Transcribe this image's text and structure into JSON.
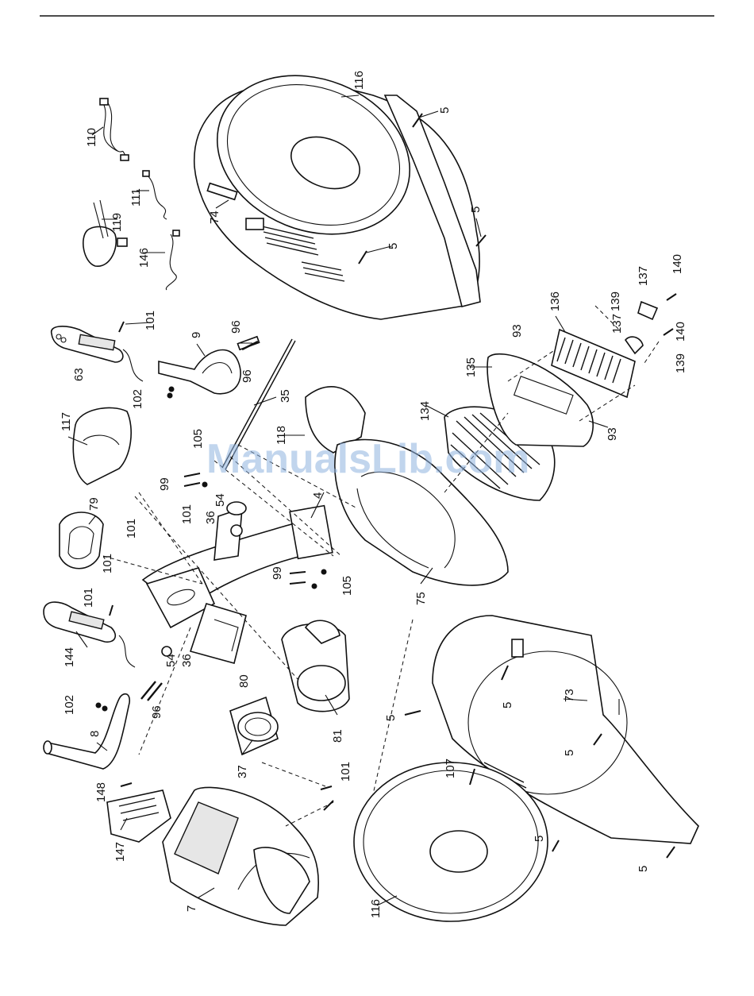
{
  "watermark": "ManualsLib.com",
  "callouts": [
    {
      "id": "c116a",
      "text": "116"
    },
    {
      "id": "c5a",
      "text": "5"
    },
    {
      "id": "c5b",
      "text": "5"
    },
    {
      "id": "c5c",
      "text": "5"
    },
    {
      "id": "c74",
      "text": "74"
    },
    {
      "id": "c110",
      "text": "110"
    },
    {
      "id": "c111",
      "text": "111"
    },
    {
      "id": "c119",
      "text": "119"
    },
    {
      "id": "c146",
      "text": "146"
    },
    {
      "id": "c101a",
      "text": "101"
    },
    {
      "id": "c9",
      "text": "9"
    },
    {
      "id": "c96a",
      "text": "96"
    },
    {
      "id": "c96b",
      "text": "96"
    },
    {
      "id": "c63",
      "text": "63"
    },
    {
      "id": "c102a",
      "text": "102"
    },
    {
      "id": "c35",
      "text": "35"
    },
    {
      "id": "c117",
      "text": "117"
    },
    {
      "id": "c118",
      "text": "118"
    },
    {
      "id": "c105a",
      "text": "105"
    },
    {
      "id": "c99a",
      "text": "99"
    },
    {
      "id": "c54a",
      "text": "54"
    },
    {
      "id": "c36a",
      "text": "36"
    },
    {
      "id": "c101b",
      "text": "101"
    },
    {
      "id": "c4",
      "text": "4"
    },
    {
      "id": "c79",
      "text": "79"
    },
    {
      "id": "c101c",
      "text": "101"
    },
    {
      "id": "c101d",
      "text": "101"
    },
    {
      "id": "c99b",
      "text": "99"
    },
    {
      "id": "c105b",
      "text": "105"
    },
    {
      "id": "c75",
      "text": "75"
    },
    {
      "id": "c101e",
      "text": "101"
    },
    {
      "id": "c144",
      "text": "144"
    },
    {
      "id": "c36b",
      "text": "36"
    },
    {
      "id": "c54b",
      "text": "54"
    },
    {
      "id": "c80",
      "text": "80"
    },
    {
      "id": "c102b",
      "text": "102"
    },
    {
      "id": "c96c",
      "text": "96"
    },
    {
      "id": "c8",
      "text": "8"
    },
    {
      "id": "c81",
      "text": "81"
    },
    {
      "id": "c37",
      "text": "37"
    },
    {
      "id": "c148",
      "text": "148"
    },
    {
      "id": "c147",
      "text": "147"
    },
    {
      "id": "c7",
      "text": "7"
    },
    {
      "id": "c101f",
      "text": "101"
    },
    {
      "id": "c116b",
      "text": "116"
    },
    {
      "id": "c5d",
      "text": "5"
    },
    {
      "id": "c107",
      "text": "107"
    },
    {
      "id": "c5e",
      "text": "5"
    },
    {
      "id": "c73",
      "text": "73"
    },
    {
      "id": "c5f",
      "text": "5"
    },
    {
      "id": "c5g",
      "text": "5"
    },
    {
      "id": "c135",
      "text": "135"
    },
    {
      "id": "c134",
      "text": "134"
    },
    {
      "id": "c93a",
      "text": "93"
    },
    {
      "id": "c93b",
      "text": "93"
    },
    {
      "id": "c136",
      "text": "136"
    },
    {
      "id": "c139a",
      "text": "139"
    },
    {
      "id": "c137a",
      "text": "137"
    },
    {
      "id": "c137b",
      "text": "137"
    },
    {
      "id": "c140a",
      "text": "140"
    },
    {
      "id": "c140b",
      "text": "140"
    },
    {
      "id": "c139b",
      "text": "139"
    }
  ]
}
